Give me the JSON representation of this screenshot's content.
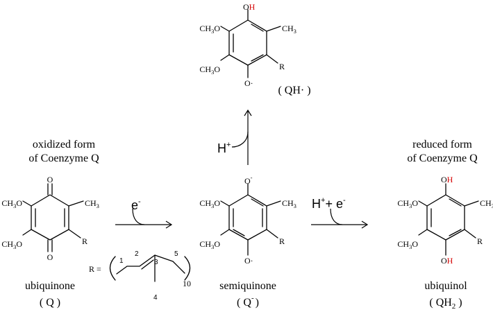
{
  "colors": {
    "oxidized_label": "#1a1aa0",
    "reduced_label": "#ff2a00",
    "hydrogen_highlight": "#d40000",
    "chain_numbers": "#22b422"
  },
  "labels": {
    "oxidized_line1": "oxidized form",
    "oxidized_line2": "of Coenzyme Q",
    "reduced_line1": "reduced form",
    "reduced_line2": "of Coenzyme Q"
  },
  "atoms": {
    "O": "O",
    "OH": "OH",
    "H": "H",
    "CH": "CH",
    "three": "3",
    "R": "R",
    "O_radical": "O·",
    "O_anion_charge": "-"
  },
  "arrows": {
    "electron": "e",
    "electron_charge": "-",
    "proton": "H",
    "proton_charge": "+",
    "proton_plus_electron_sep": "+ e"
  },
  "compounds": {
    "ubiquinone": {
      "name": "ubiquinone",
      "abbr": "( Q )"
    },
    "semiquinone": {
      "name": "semiquinone",
      "abbr_open": "( Q",
      "abbr_charge": "-",
      "abbr_close": ")"
    },
    "ubiquinol": {
      "name": "ubiquinol",
      "abbr_open": "( QH",
      "abbr_sub": "2",
      "abbr_close": " )"
    },
    "radical": {
      "abbr": "( QH· )"
    }
  },
  "side_chain": {
    "r_equals": "R =",
    "repeat": "10",
    "carbon_numbers": [
      "1",
      "2",
      "3",
      "4",
      "5"
    ]
  }
}
